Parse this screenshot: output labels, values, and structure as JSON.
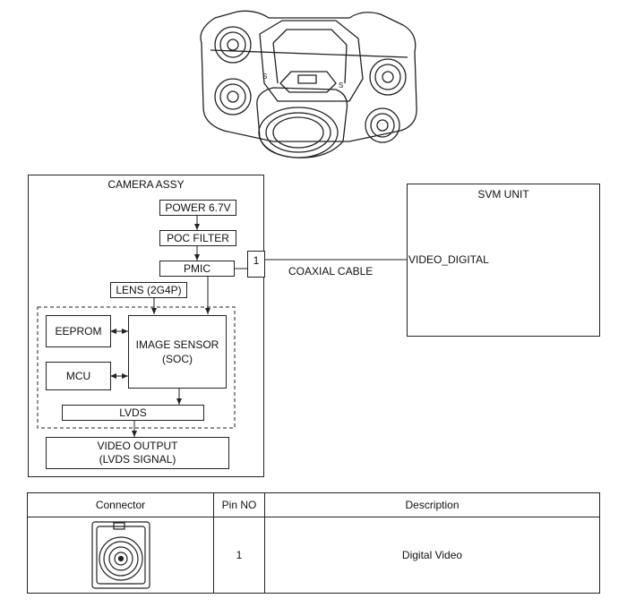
{
  "diagram": {
    "camera_assy": {
      "title": "CAMERA ASSY"
    },
    "blocks": {
      "power": "POWER 6.7V",
      "poc_filter": "POC FILTER",
      "pmic": "PMIC",
      "lens": "LENS (2G4P)",
      "eeprom": "EEPROM",
      "image_sensor_line1": "IMAGE SENSOR",
      "image_sensor_line2": "(SOC)",
      "mcu": "MCU",
      "lvds": "LVDS",
      "video_output_line1": "VIDEO OUTPUT",
      "video_output_line2": "(LVDS SIGNAL)"
    },
    "pin_label": "1",
    "cable_label": "COAXIAL CABLE",
    "svm_unit": {
      "title": "SVM UNIT",
      "port": "VIDEO_DIGITAL"
    }
  },
  "pin_table": {
    "headers": [
      "Connector",
      "Pin NO",
      "Description"
    ],
    "rows": [
      {
        "pin": "1",
        "description": "Digital Video"
      }
    ]
  }
}
